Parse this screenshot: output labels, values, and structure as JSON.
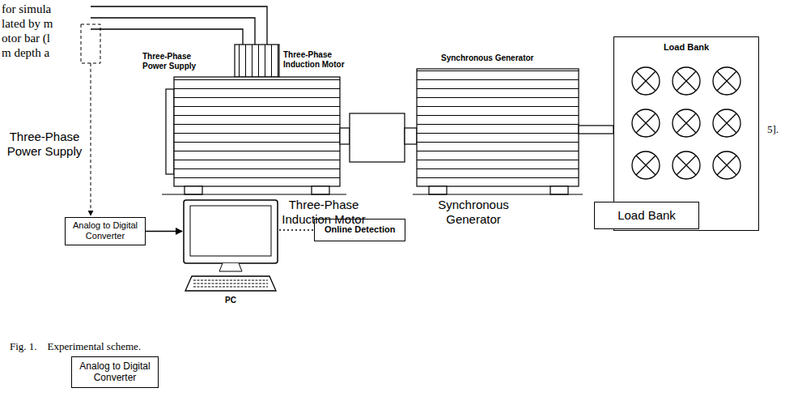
{
  "diagram": {
    "caption": "Fig. 1.    Experimental scheme.",
    "nodes": [
      {
        "text": [
          "Load Bank"
        ]
      },
      {
        "text": [
          "Load Bank"
        ],
        "in": 0
      },
      {
        "text": [
          "Analog to Digital Converter"
        ]
      },
      {
        "text": [
          "PC"
        ]
      },
      {
        "text": [
          "Online Detection"
        ]
      },
      {
        "text": [
          "Analog to Digital Converter"
        ]
      }
    ],
    "edges": [
      {
        "from": 2,
        "to": 3,
        "arrow": "to"
      },
      {
        "from": 3,
        "to": 4,
        "arrow": "none"
      }
    ],
    "labels": [
      "for simula",
      "lated by m",
      "otor bar (l",
      "m depth a",
      "5].",
      "Three-Phase Power Supply",
      "Three-Phase Induction Motor",
      "Synchronous Generator",
      "Three-Phase Power Supply",
      "Three-Phase Induction Motor",
      "Synchronous Generator"
    ]
  }
}
